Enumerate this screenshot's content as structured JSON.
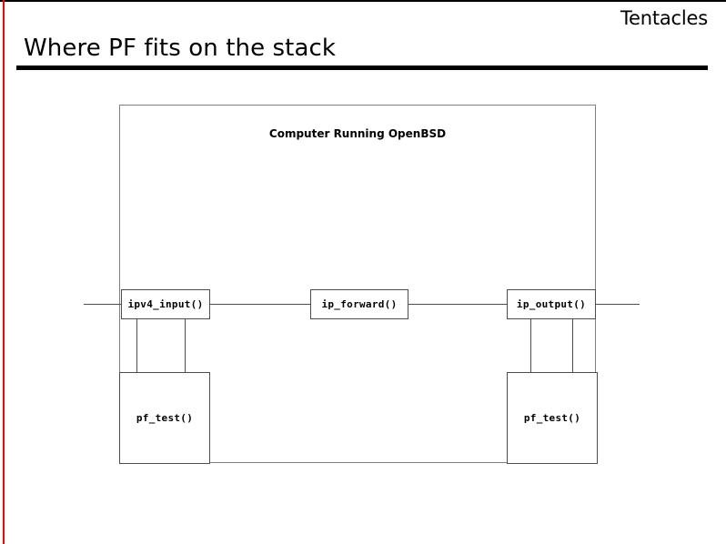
{
  "slide": {
    "deck_name": "Tentacles",
    "title": "Where PF fits on the stack",
    "accent_color": "#fe0000",
    "rule_color": "#000000",
    "stroke_color": "#4d4d4d"
  },
  "diagram": {
    "type": "block-diagram",
    "container_label": "Computer Running OpenBSD",
    "boxes": [
      {
        "id": "ipv4_input",
        "label": "ipv4_input()"
      },
      {
        "id": "ip_forward",
        "label": "ip_forward()"
      },
      {
        "id": "ip_output",
        "label": "ip_output()"
      },
      {
        "id": "pf_test_in",
        "label": "pf_test()"
      },
      {
        "id": "pf_test_out",
        "label": "pf_test()"
      }
    ],
    "connections": [
      {
        "from": "external-left",
        "to": "ipv4_input"
      },
      {
        "from": "ipv4_input",
        "to": "ip_forward"
      },
      {
        "from": "ip_forward",
        "to": "ip_output"
      },
      {
        "from": "ip_output",
        "to": "external-right"
      },
      {
        "from": "ipv4_input",
        "to": "pf_test_in"
      },
      {
        "from": "ip_output",
        "to": "pf_test_out"
      }
    ]
  }
}
